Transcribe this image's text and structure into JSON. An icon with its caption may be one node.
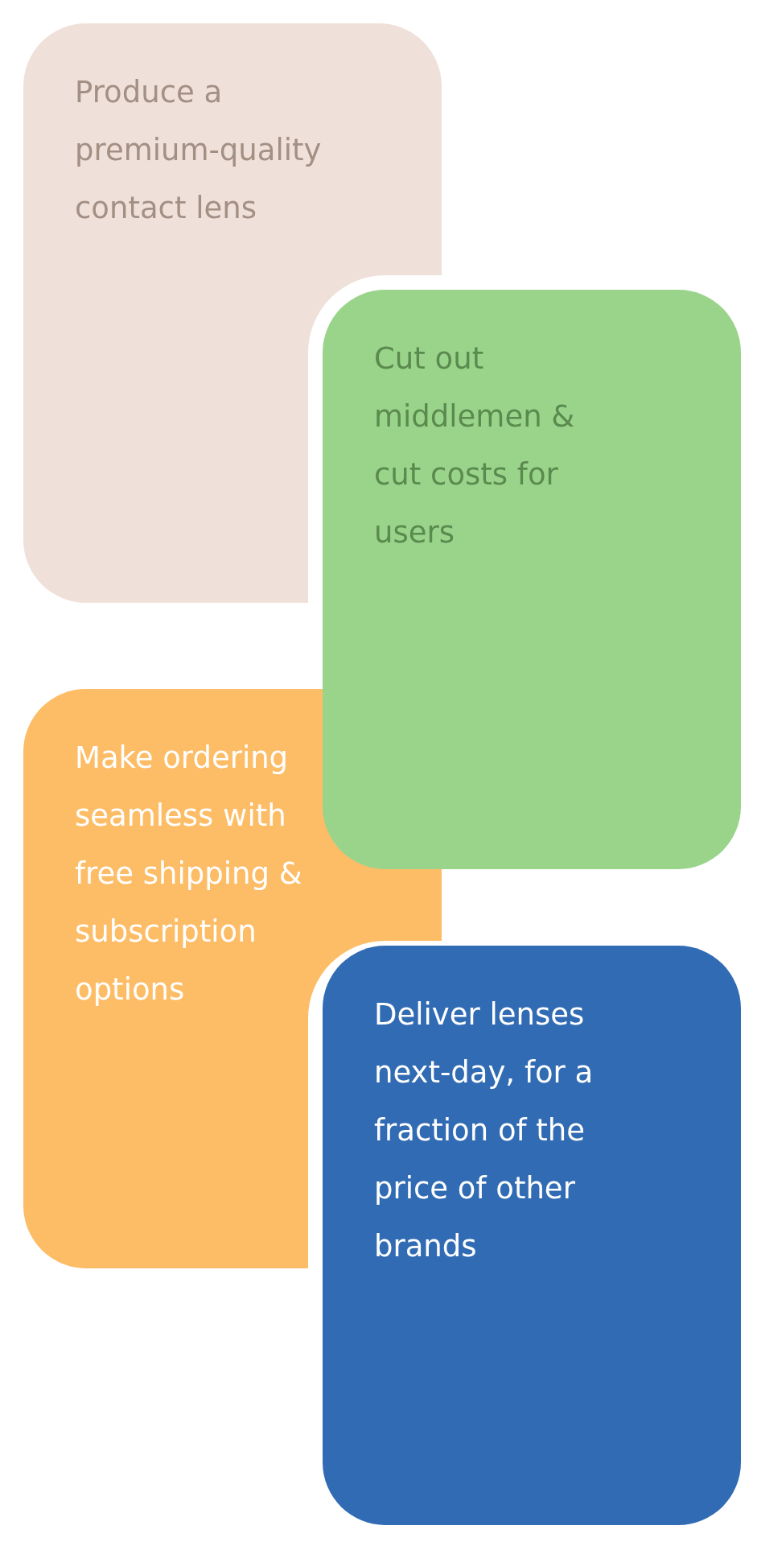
{
  "diagram": {
    "nodes": [
      {
        "text": [
          "Produce a premium-quality contact lens"
        ]
      },
      {
        "text": [
          "Cut out middlemen & cut costs for users"
        ]
      },
      {
        "text": [
          "Make ordering seamless with free shipping & subscription options"
        ]
      },
      {
        "text": [
          "Deliver lenses next-day, for a fraction of the price of other brands"
        ]
      }
    ]
  }
}
